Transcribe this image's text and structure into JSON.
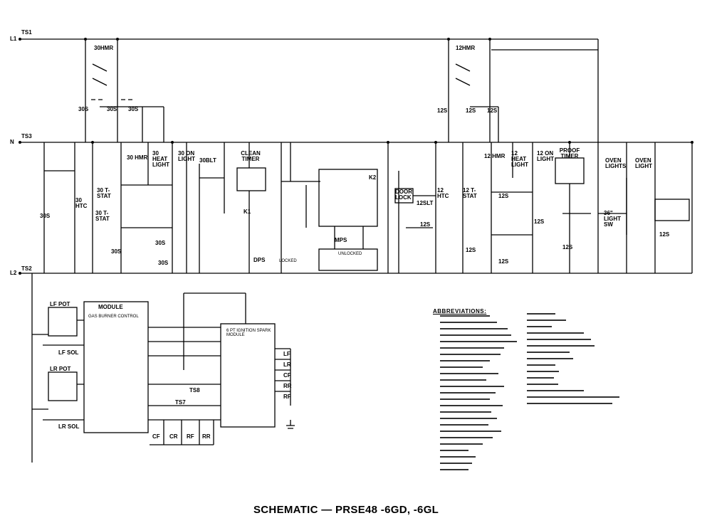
{
  "caption": "SCHEMATIC — PRSE48 -6GD, -6GL",
  "abbreviations_title": "ABBREVIATIONS:",
  "terminals": {
    "ts1": "TS1",
    "l1": "L1",
    "n": "N",
    "ts3": "TS3",
    "l2": "L2",
    "ts2": "TS2",
    "ts8": "TS8",
    "ts7": "TS7"
  },
  "top_left": {
    "relay": "30HMR",
    "contacts": [
      "30S",
      "30S",
      "30S"
    ],
    "stat": "30 HMR",
    "lights": [
      "30 HEAT LIGHT",
      "30 ON LIGHT"
    ],
    "switch": "30BLT",
    "tstat": "30 T-STAT",
    "htc": "30 HTC",
    "bottom": [
      "30S",
      "30S",
      "30S",
      "30S"
    ]
  },
  "middle": {
    "clean_timer": "CLEAN TIMER",
    "dps": "DPS",
    "k1": "K1",
    "k2": "K2",
    "door_lock": "DOOR LOCK",
    "mps": "MPS",
    "unlocked": "UNLOCKED",
    "locked": "LOCKED",
    "switch": "12SLT",
    "s125": "12S"
  },
  "top_right": {
    "relay": "12HMR",
    "contacts": [
      "12S",
      "12S",
      "12S"
    ],
    "htc": "12 HTC",
    "tstat": "12 T-STAT",
    "stat": "12 HMR",
    "lights": [
      "12 HEAT LIGHT",
      "12 ON LIGHT"
    ],
    "proof": "PROOF TIMER",
    "oven_lights": [
      "OVEN LIGHTS",
      "OVEN LIGHT"
    ],
    "switches": [
      "12S",
      "12S",
      "12S",
      "12S",
      "12S"
    ],
    "light_sw": [
      "36\" LIGHT SW",
      "12S"
    ]
  },
  "bottom": {
    "module": "MODULE",
    "gas_control": "GAS BURNER CONTROL",
    "lf_pot": "LF POT",
    "lr_pot": "LR POT",
    "lf_sol": "LF SOL",
    "lr_sol": "LR SOL",
    "ignition": "6 PT IGNITION SPARK MODULE",
    "outputs": [
      "LF",
      "LR",
      "CF",
      "RR",
      "RF"
    ],
    "switches": [
      "CF",
      "CR",
      "RF",
      "RR"
    ]
  }
}
